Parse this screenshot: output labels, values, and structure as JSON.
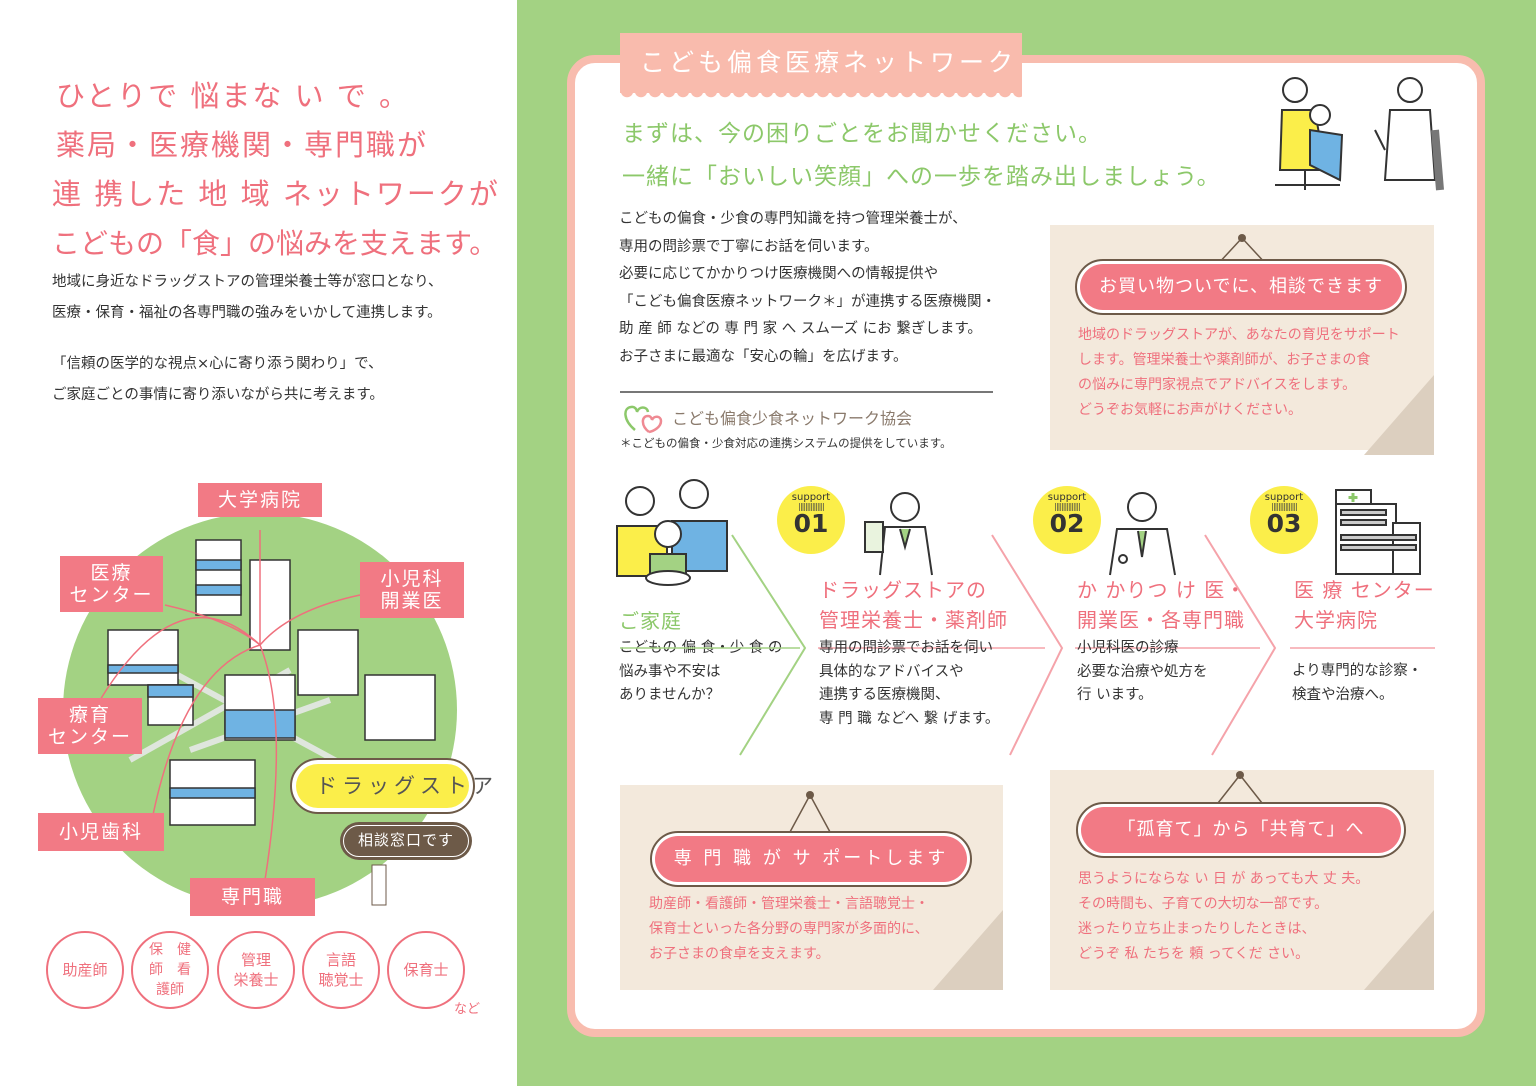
{
  "left": {
    "headline": [
      "ひとりで 悩まな い で 。",
      "薬局・医療機関・専門職が",
      "連 携した 地 域 ネットワークが",
      "こどもの「食」の悩みを支えます。"
    ],
    "intro": [
      "地域に身近なドラッグストアの管理栄養士等が窓口となり、",
      "医療・保育・福祉の各専門職の強みをいかして連携します。"
    ],
    "intro2": [
      "「信頼の医学的な視点×心に寄り添う関わり」で、",
      "ご家庭ごとの事情に寄り添いながら共に考えます。"
    ],
    "map_tags": {
      "university": "大学病院",
      "medical_center": "医療\nセンター",
      "pediatric": "小児科\n開業医",
      "rehab_center": "療育\nセンター",
      "dental": "小児歯科",
      "specialist": "専門職"
    },
    "drugstore_sign": "ドラッグストア",
    "consult_sign": "相談窓口です",
    "roles": [
      "助産師",
      "保　健\n師　看\n護師",
      "管理\n栄養士",
      "言語\n聴覚士",
      "保育士"
    ],
    "roles_suffix": "など"
  },
  "right": {
    "tab_title": "こども偏食医療ネットワーク",
    "lead": [
      "まずは、今の困りごとをお聞かせください。",
      "一緒に「おいしい笑顔」への一歩を踏み出しましょう。"
    ],
    "body": [
      "こどもの偏食・少食の専門知識を持つ管理栄養士が、",
      "専用の問診票で丁寧にお話を伺います。",
      "必要に応じてかかりつけ医療機関への情報提供や",
      "「こども偏食医療ネットワーク＊」が連携する医療機関・",
      "助 産 師 などの 専 門 家 へ スムーズ にお 繋ぎします。",
      "お子さまに最適な「安心の輪」を広げます。"
    ],
    "association": "こども偏食少食ネットワーク協会",
    "footnote": "＊こどもの偏食・少食対応の連携システムの提供をしています。",
    "note1": {
      "title": "お買い物ついでに、相談できます",
      "lines": [
        "地域のドラッグストアが、あなたの育児をサポート",
        "します。管理栄養士や薬剤師が、お子さまの食",
        "の悩みに専門家視点でアドバイスをします。",
        "どうぞお気軽にお声がけください。"
      ]
    },
    "family": {
      "title": "ご家庭",
      "lines": [
        "こどもの 偏 食・少 食 の",
        "悩み事や不安は",
        "ありませんか？"
      ]
    },
    "steps": [
      {
        "label": "support",
        "num": "01",
        "title": [
          "ドラッグストアの",
          "管理栄養士・薬剤師"
        ],
        "lines": [
          "専用の問診票でお話を伺い",
          "具体的なアドバイスや",
          "連携する医療機関、",
          "専 門 職 などへ 繋 げます。"
        ]
      },
      {
        "label": "support",
        "num": "02",
        "title": [
          "か かりつ け 医・",
          "開業医・各専門職"
        ],
        "lines": [
          "小児科医の診療",
          "必要な治療や処方を",
          "行 います。"
        ]
      },
      {
        "label": "support",
        "num": "03",
        "title": [
          "医 療 センター",
          "大学病院"
        ],
        "lines": [
          "より専門的な診察・",
          "検査や治療へ。"
        ]
      }
    ],
    "note2": {
      "title": "専 門 職 が サ ポートします",
      "lines": [
        "助産師・看護師・管理栄養士・言語聴覚士・",
        "保育士といった各分野の専門家が多面的に、",
        "お子さまの食卓を支えます。"
      ]
    },
    "note3": {
      "title": "「孤育て」から「共育て」へ",
      "lines": [
        "思うようにならな い 日 が あっても大 丈 夫。",
        "その時間も、子育ての大切な一部です。",
        "迷ったり立ち止まったりしたときは、",
        "どうぞ 私 たちを 頼 ってくだ さい。"
      ]
    }
  },
  "colors": {
    "pink": "#ef707d",
    "green": "#a3d283",
    "beige": "#f3e9dc",
    "yellow": "#fbee4a"
  }
}
